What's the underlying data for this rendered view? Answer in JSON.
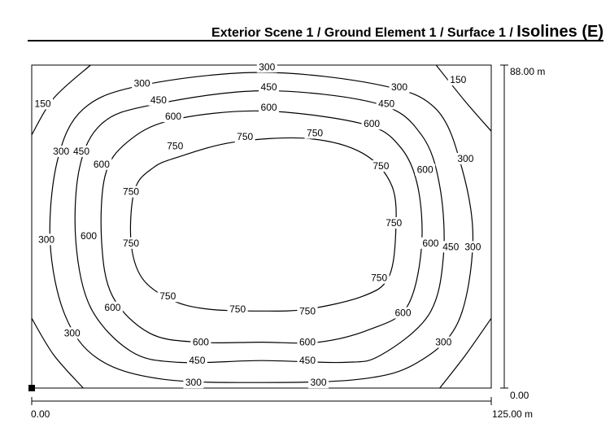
{
  "header": {
    "path_text": "Exterior Scene 1 / Ground Element 1 / Surface 1 / ",
    "title_text": "Isolines (E)"
  },
  "chart_data": {
    "type": "contour",
    "title": "Isolines (E)",
    "x_range": [
      0.0,
      125.0
    ],
    "y_range": [
      0.0,
      88.0
    ],
    "x_labels": {
      "min": "0.00",
      "max": "125.00 m"
    },
    "y_labels": {
      "min": "0.00",
      "max": "88.00 m"
    },
    "levels": [
      "150",
      "300",
      "450",
      "600",
      "750"
    ],
    "grid": false,
    "isolines": [
      {
        "level": "150",
        "points": [
          [
            0,
            69
          ],
          [
            6,
            79
          ],
          [
            16,
            88
          ]
        ]
      },
      {
        "level": "150",
        "points": [
          [
            110,
            88
          ],
          [
            118,
            78
          ],
          [
            125,
            70
          ]
        ]
      },
      {
        "level": "150",
        "points": [
          [
            0,
            19
          ],
          [
            6,
            9
          ],
          [
            14,
            0
          ]
        ]
      },
      {
        "level": "150",
        "points": [
          [
            111,
            0
          ],
          [
            118,
            9
          ],
          [
            125,
            19
          ]
        ]
      },
      {
        "level": "300",
        "closed": true,
        "points": [
          [
            30,
            82.5
          ],
          [
            62.5,
            86
          ],
          [
            95,
            82.5
          ],
          [
            110,
            76
          ],
          [
            117,
            60
          ],
          [
            120,
            40
          ],
          [
            116,
            18
          ],
          [
            105,
            7
          ],
          [
            90,
            2.5
          ],
          [
            62.5,
            1.5
          ],
          [
            35,
            2.5
          ],
          [
            18,
            8
          ],
          [
            9,
            20
          ],
          [
            5,
            40
          ],
          [
            7,
            62
          ],
          [
            14,
            76
          ]
        ]
      },
      {
        "level": "450",
        "closed": true,
        "points": [
          [
            32,
            77
          ],
          [
            62.5,
            81
          ],
          [
            94,
            77.5
          ],
          [
            106,
            69
          ],
          [
            111,
            55
          ],
          [
            112,
            36
          ],
          [
            108,
            20
          ],
          [
            95,
            9
          ],
          [
            85,
            7
          ],
          [
            62.5,
            7.5
          ],
          [
            40,
            7
          ],
          [
            27,
            10
          ],
          [
            16,
            22
          ],
          [
            12,
            40
          ],
          [
            13,
            60
          ],
          [
            19,
            72
          ]
        ]
      },
      {
        "level": "600",
        "closed": true,
        "points": [
          [
            38,
            73
          ],
          [
            62.5,
            75.5
          ],
          [
            90,
            72
          ],
          [
            100,
            66
          ],
          [
            105,
            55
          ],
          [
            106,
            38
          ],
          [
            102,
            22
          ],
          [
            92,
            16
          ],
          [
            78,
            12.5
          ],
          [
            62.5,
            12.5
          ],
          [
            45,
            12.5
          ],
          [
            32,
            15
          ],
          [
            22,
            25
          ],
          [
            19,
            40
          ],
          [
            20,
            58
          ],
          [
            26,
            67
          ]
        ]
      },
      {
        "level": "750",
        "closed": true,
        "points": [
          [
            40,
            63
          ],
          [
            55,
            67
          ],
          [
            75,
            68
          ],
          [
            90,
            64
          ],
          [
            98,
            55
          ],
          [
            99,
            42
          ],
          [
            97,
            30
          ],
          [
            90,
            25
          ],
          [
            75,
            21.5
          ],
          [
            62.5,
            21
          ],
          [
            48,
            21.5
          ],
          [
            38,
            24
          ],
          [
            30,
            30
          ],
          [
            27,
            40
          ],
          [
            28,
            54
          ],
          [
            33,
            60
          ]
        ]
      }
    ],
    "labels": [
      {
        "text": "300",
        "x": 64,
        "y": 87.5
      },
      {
        "text": "300",
        "x": 30,
        "y": 83
      },
      {
        "text": "300",
        "x": 100,
        "y": 82
      },
      {
        "text": "150",
        "x": 3,
        "y": 77.5
      },
      {
        "text": "150",
        "x": 116,
        "y": 84
      },
      {
        "text": "450",
        "x": 64.5,
        "y": 82
      },
      {
        "text": "450",
        "x": 34.5,
        "y": 78.5
      },
      {
        "text": "450",
        "x": 96.5,
        "y": 77.5
      },
      {
        "text": "600",
        "x": 64.5,
        "y": 76.5
      },
      {
        "text": "600",
        "x": 38.5,
        "y": 74
      },
      {
        "text": "600",
        "x": 92.5,
        "y": 72
      },
      {
        "text": "300",
        "x": 8,
        "y": 64.5
      },
      {
        "text": "450",
        "x": 13.5,
        "y": 64.5
      },
      {
        "text": "600",
        "x": 19,
        "y": 61
      },
      {
        "text": "750",
        "x": 39,
        "y": 66
      },
      {
        "text": "750",
        "x": 58,
        "y": 68.5
      },
      {
        "text": "750",
        "x": 77,
        "y": 69.5
      },
      {
        "text": "750",
        "x": 95,
        "y": 60.5
      },
      {
        "text": "600",
        "x": 107,
        "y": 59.5
      },
      {
        "text": "300",
        "x": 118,
        "y": 62.5
      },
      {
        "text": "750",
        "x": 27,
        "y": 53.5
      },
      {
        "text": "750",
        "x": 98.5,
        "y": 45
      },
      {
        "text": "300",
        "x": 4,
        "y": 40.5
      },
      {
        "text": "600",
        "x": 15.5,
        "y": 41.5
      },
      {
        "text": "750",
        "x": 27,
        "y": 39.5
      },
      {
        "text": "600",
        "x": 108.5,
        "y": 39.5
      },
      {
        "text": "450",
        "x": 114,
        "y": 38.5
      },
      {
        "text": "300",
        "x": 120,
        "y": 38.5
      },
      {
        "text": "750",
        "x": 94.5,
        "y": 30
      },
      {
        "text": "750",
        "x": 37,
        "y": 25
      },
      {
        "text": "600",
        "x": 22,
        "y": 22
      },
      {
        "text": "750",
        "x": 56,
        "y": 21.5
      },
      {
        "text": "750",
        "x": 75,
        "y": 21
      },
      {
        "text": "600",
        "x": 101,
        "y": 20.5
      },
      {
        "text": "300",
        "x": 11,
        "y": 15
      },
      {
        "text": "300",
        "x": 112,
        "y": 12.5
      },
      {
        "text": "600",
        "x": 46,
        "y": 12.5
      },
      {
        "text": "600",
        "x": 75,
        "y": 12.5
      },
      {
        "text": "450",
        "x": 45,
        "y": 7.5
      },
      {
        "text": "450",
        "x": 75,
        "y": 7.5
      },
      {
        "text": "300",
        "x": 44,
        "y": 1.5
      },
      {
        "text": "300",
        "x": 78,
        "y": 1.5
      }
    ]
  }
}
